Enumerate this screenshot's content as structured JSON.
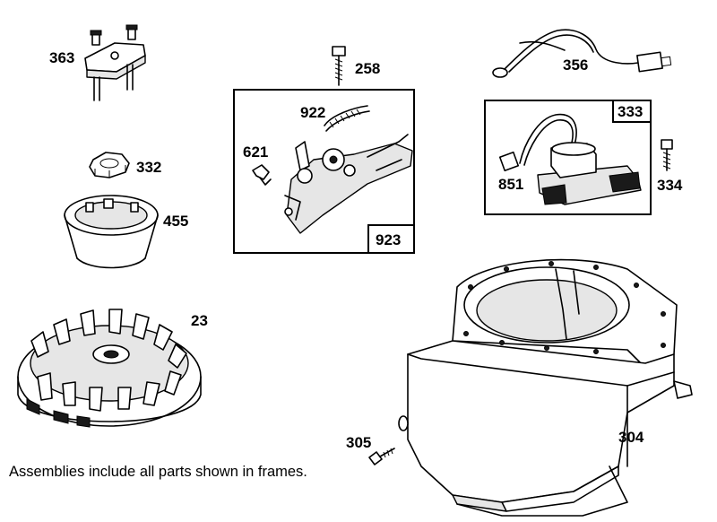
{
  "labels": {
    "p363": "363",
    "p258": "258",
    "p356": "356",
    "p922": "922",
    "p333": "333",
    "p332": "332",
    "p621": "621",
    "p851": "851",
    "p334": "334",
    "p455": "455",
    "p923": "923",
    "p23": "23",
    "p305": "305",
    "p304": "304"
  },
  "footnote": "Assemblies include all parts shown in frames."
}
